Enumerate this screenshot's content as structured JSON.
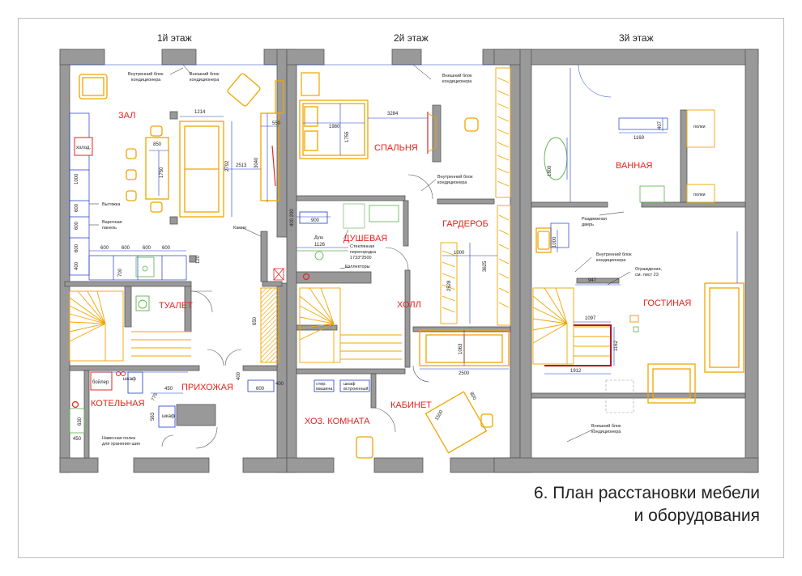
{
  "floors": [
    {
      "title": "1й этаж"
    },
    {
      "title": "2й этаж"
    },
    {
      "title": "3й этаж"
    }
  ],
  "sheet_title": {
    "line1": "6. План расстановки мебели",
    "line2": "и оборудования"
  },
  "rooms": {
    "zal": "ЗАЛ",
    "tualet": "ТУАЛЕТ",
    "prihozhaya": "ПРИХОЖАЯ",
    "kotelnaya": "КОТЕЛЬНАЯ",
    "spalnya": "СПАЛЬНЯ",
    "dushevaya": "ДУШЕВАЯ",
    "garderob": "ГАРДЕРОБ",
    "holl": "ХОЛЛ",
    "kabinet": "КАБИНЕТ",
    "hoz_komnata": "ХОЗ. КОМНАТА",
    "vannaya": "ВАННАЯ",
    "gostinaya": "ГОСТИНАЯ"
  },
  "notes": {
    "f1_indoor_unit": "Внутренний блок",
    "f1_indoor_unit2": "кондиционера",
    "f1_outdoor_unit": "Внешний блок",
    "f1_outdoor_unit2": "кондиционера",
    "f1_hood": "Вытяжка",
    "f1_cooktop": "Варочная",
    "f1_cooktop2": "панель",
    "f1_fireplace": "Камин",
    "f1_fridge": "холод.",
    "f1_boiler": "бойлер",
    "f1_cabinet_a": "шкаф",
    "f1_cabinet_b": "шкаф",
    "f1_shelf": "Навесная полка",
    "f1_shelf2": "для хранения шин",
    "f2_outdoor_unit": "Внешний блок",
    "f2_outdoor_unit2": "кондиционера",
    "f2_indoor_unit": "Внутренний блок",
    "f2_indoor_unit2": "кондиционера",
    "f2_shower": "Душ",
    "f2_glass": "Стеклянная",
    "f2_glass2": "перегородка",
    "f2_glass3": "1733*2500",
    "f2_collectors": "Коллекторы",
    "f2_washer": "стир.",
    "f2_washer2": "машина",
    "f2_builtin": "шкаф",
    "f2_builtin2": "встроенный",
    "f3_shelves_a": "полки",
    "f3_shelves_b": "полки",
    "f3_sliding_door": "Раздвижная",
    "f3_sliding_door2": "дверь",
    "f3_indoor_unit": "Внутренний блок",
    "f3_indoor_unit2": "кондиционера",
    "f3_railing": "Ограждения,",
    "f3_railing2": "см. лист 23",
    "f3_outdoor_unit": "Внешний блок",
    "f3_outdoor_unit2": "кондиционера"
  },
  "dimensions": {
    "f1_1214": "1214",
    "f1_850": "850",
    "f1_1750": "1750",
    "f1_2792": "2792",
    "f1_2513": "2513",
    "f1_550": "550",
    "f1_3040": "3040",
    "f1_1000": "1000",
    "f1_600a": "600",
    "f1_600b": "600",
    "f1_600c": "600",
    "f1_600d": "600",
    "f1_600e": "600",
    "f1_600f": "600",
    "f1_600g": "600",
    "f1_400": "400",
    "f1_700": "700",
    "f1_120": "120",
    "f1_650": "650",
    "f1_400b": "400",
    "f1_400c": "400",
    "f1_600h": "600",
    "f1_450": "450",
    "f1_775": "775",
    "f1_563": "563",
    "f1_630": "630",
    "f1_450b": "450",
    "f2_3284": "3284",
    "f2_1980": "1980",
    "f2_1755": "1755",
    "f2_400_200": "400 200",
    "f2_900": "900",
    "f2_1126": "1126",
    "f2_1000": "1000",
    "f2_2528": "2528",
    "f2_3625": "3625",
    "f2_1063": "1063",
    "f2_2500": "2500",
    "f2_800": "800",
    "f2_1500": "1500",
    "f3_407": "407",
    "f3_1169": "1169",
    "f3_1800": "1800",
    "f3_1000": "1000",
    "f3_947": "947",
    "f3_1097": "1097",
    "f3_1162": "1162",
    "f3_1912": "1912"
  },
  "colors": {
    "wall": "#999999",
    "wall_stroke": "#555555",
    "furniture": "#f0a500",
    "room_label": "#e8231f",
    "dimension": "#1f3cc8",
    "appliance": "#59b34a",
    "note": "#222222",
    "railing": "#b0162a"
  }
}
